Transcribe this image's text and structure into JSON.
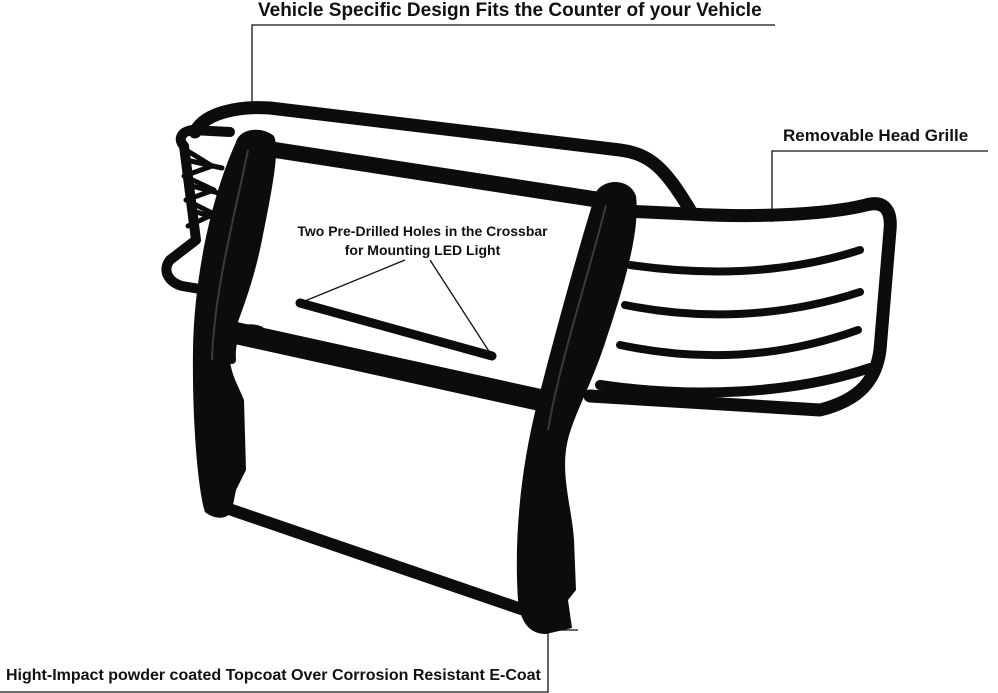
{
  "annotations": {
    "design_fit": "Vehicle Specific Design Fits the Counter of your Vehicle",
    "removable_grille": "Removable Head Grille",
    "crossbar_holes_line1": "Two Pre-Drilled Holes in the Crossbar",
    "crossbar_holes_line2": "for Mounting LED Light",
    "coating": "Hight-Impact powder coated Topcoat Over Corrosion Resistant E-Coat"
  },
  "colors": {
    "background": "#ffffff",
    "guard": "#0c0c0c",
    "text": "#111111"
  }
}
